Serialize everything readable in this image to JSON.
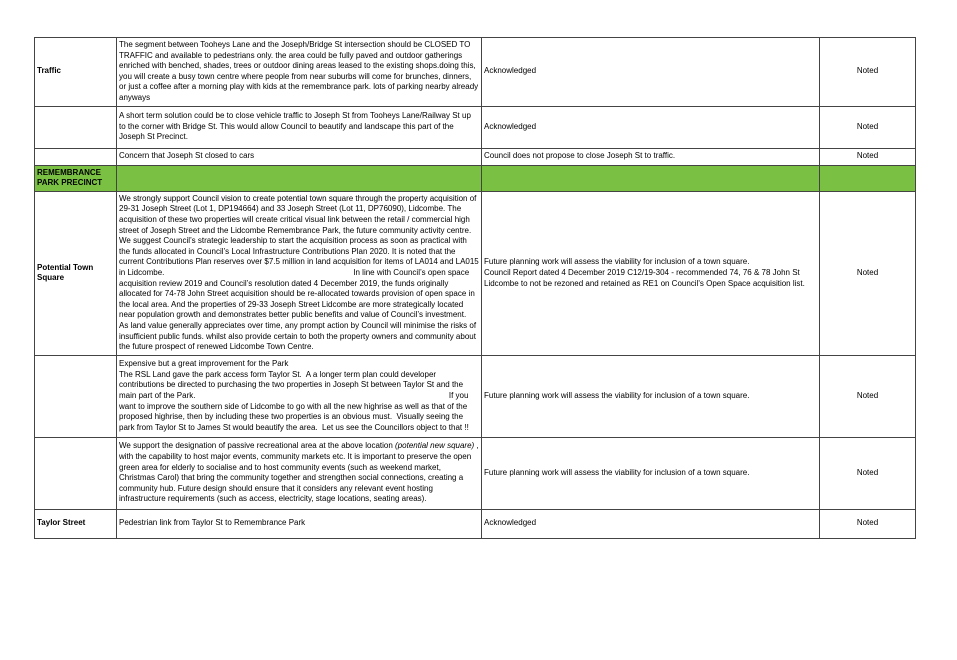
{
  "rows": [
    {
      "category": "Traffic",
      "comment": "The segment between Tooheys Lane and the Joseph/Bridge St intersection should be CLOSED TO TRAFFIC and available to pedestrians only. the area could be fully paved and outdoor gatherings enriched with benched, shades, trees or outdoor dining areas leased to the existing shops.doing this, you will create a busy town centre where people from near suburbs will come for brunches, dinners, or just a coffee after a morning play with kids at the remembrance park. lots of parking nearby already anyways",
      "response": "Acknowledged",
      "status": "Noted"
    },
    {
      "category": "",
      "comment": "A short term solution could be to close vehicle traffic to Joseph St from Tooheys Lane/Railway St up to the corner with Bridge St. This would allow Council to beautify and landscape this part of the Joseph St Precinct.",
      "response": "Acknowledged",
      "status": "Noted"
    },
    {
      "category": "",
      "comment": "Concern that Joseph St closed to cars",
      "response": "Council does not propose to close Joseph St to traffic.",
      "status": "Noted"
    },
    {
      "section": "REMEMBRANCE PARK PRECINCT"
    },
    {
      "category": "Potential Town Square",
      "comment_lines": [
        "We strongly support Council vision to create potential town square through the property acquisition of 29-31 Joseph Street (Lot 1, DP194664) and 33 Joseph Street (Lot 11, DP76090), Lidcombe. The acquisition of these two properties will create critical visual link between the retail / commercial high street of Joseph Street and the Lidcombe Remembrance Park, the future community activity centre.",
        "We suggest Council’s strategic leadership to start the acquisition process as soon as practical with the funds allocated in Council’s Local Infrastructure Contributions Plan 2020. It is noted that the current Contributions Plan reserves over $7.5 million in land acquisition for items of LA014 and LA015 in Lidcombe.                                                                                     In line with Council’s open space acquisition review 2019 and Council’s resolution dated 4 December 2019, the funds originally allocated for 74-78 John Street acquisition should be re-allocated towards provision of open space in the local area. And the properties of 29-33 Joseph Street Lidcombe are more strategically located near population growth and demonstrates better public benefits and value of Council’s investment.",
        "As land value generally appreciates over time, any prompt action by Council will minimise the risks of insufficient public funds. whilst also provide certain to both the property owners and community about the future prospect of renewed Lidcombe Town Centre."
      ],
      "response_lines": [
        "Future planning work will assess the viability for inclusion of a town square.",
        "Council Report dated 4 December 2019 C12/19-304 - recommended 74, 76 & 78 John St Lidcombe to not be rezoned and retained as RE1 on Council's Open Space acquisition list."
      ],
      "status": "Noted"
    },
    {
      "category": "",
      "comment_lines": [
        "Expensive but a great improvement for the Park",
        "The RSL Land gave the park access form Taylor St.  A a longer term plan could developer contributions be directed to purchasing the two properties in Joseph St between Taylor St and the main part of the Park.                                                                                                                  If you want to improve the southern side of Lidcombe to go with all the new highrise as well as that of the proposed highrise, then by including these two properties is an obvious must.  Visually seeing the park from Taylor St to James St would beautify the area.  Let us see the Councillors object to that !!"
      ],
      "response": "Future planning work will assess the viability for inclusion of a town square.",
      "status": "Noted"
    },
    {
      "category": "",
      "comment_pre": "We support the designation of passive recreational area at the above location ",
      "comment_em": "(potential new square)",
      "comment_post": " , with the capability to host major events, community markets etc. It is important to preserve the open green area for elderly to socialise and to host community events (such as weekend market, Christmas Carol) that bring the community together and strengthen social connections, creating a community hub. Future design should ensure that it considers any relevant event hosting infrastructure requirements (such as access, electricity, stage locations, seating areas).",
      "response": "Future planning work will assess the viability for inclusion of a town square.",
      "status": "Noted"
    },
    {
      "category": "Taylor Street",
      "comment": "Pedestrian link from Taylor St to Remembrance Park",
      "response": "Acknowledged",
      "status": "Noted"
    }
  ]
}
